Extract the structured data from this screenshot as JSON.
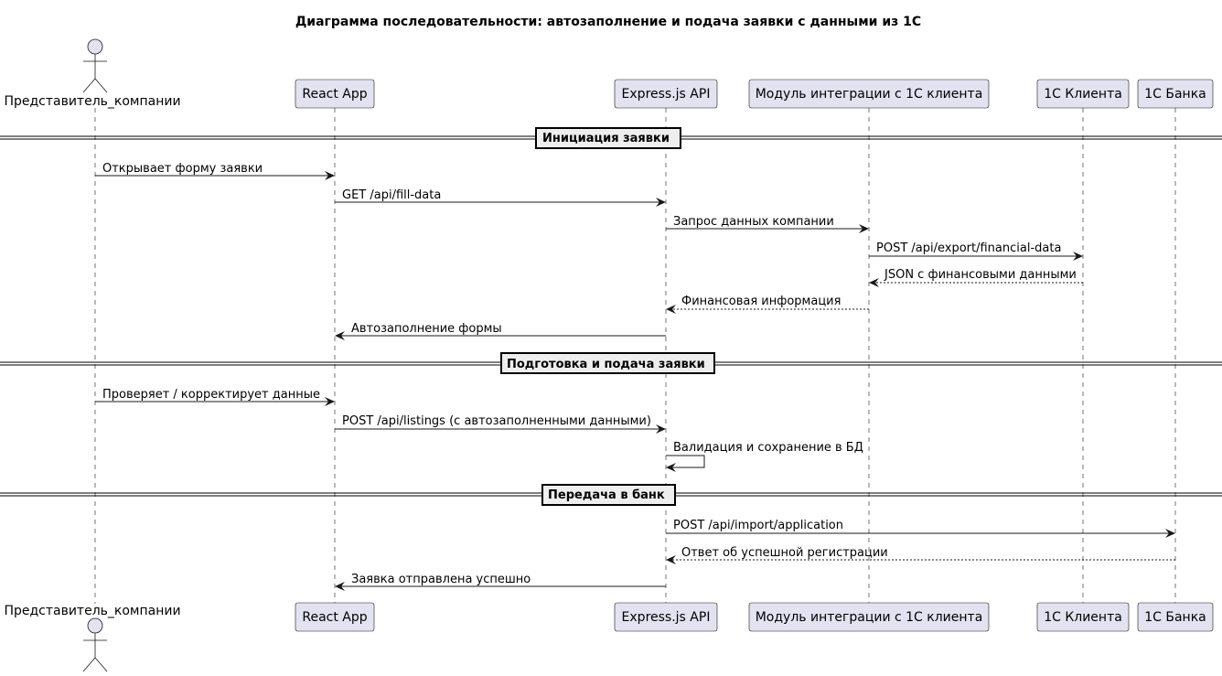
{
  "diagram": {
    "title": "Диаграмма последовательности: автозаполнение и подача заявки с данными из 1С",
    "participants": [
      {
        "id": "rep",
        "kind": "actor",
        "label": "Представитель_компании"
      },
      {
        "id": "react",
        "kind": "box",
        "label": "React App"
      },
      {
        "id": "api",
        "kind": "box",
        "label": "Express.js API"
      },
      {
        "id": "module",
        "kind": "box",
        "label": "Модуль интеграции с 1С клиента"
      },
      {
        "id": "client1c",
        "kind": "box",
        "label": "1С Клиента"
      },
      {
        "id": "bank1c",
        "kind": "box",
        "label": "1С Банка"
      }
    ],
    "sections": [
      {
        "label": "Инициация заявки"
      },
      {
        "label": "Подготовка и подача заявки"
      },
      {
        "label": "Передача в банк"
      }
    ],
    "messages": [
      {
        "from": "rep",
        "to": "react",
        "label": "Открывает форму заявки",
        "style": "solid"
      },
      {
        "from": "react",
        "to": "api",
        "label": "GET /api/fill-data",
        "style": "solid"
      },
      {
        "from": "api",
        "to": "module",
        "label": "Запрос данных компании",
        "style": "solid"
      },
      {
        "from": "module",
        "to": "client1c",
        "label": "POST /api/export/financial-data",
        "style": "solid"
      },
      {
        "from": "client1c",
        "to": "module",
        "label": "JSON с финансовыми данными",
        "style": "dashed"
      },
      {
        "from": "module",
        "to": "api",
        "label": "Финансовая информация",
        "style": "dashed"
      },
      {
        "from": "api",
        "to": "react",
        "label": "Автозаполнение формы",
        "style": "solid"
      },
      {
        "from": "rep",
        "to": "react",
        "label": "Проверяет / корректирует данные",
        "style": "solid"
      },
      {
        "from": "react",
        "to": "api",
        "label": "POST /api/listings (с автозаполненными данными)",
        "style": "solid"
      },
      {
        "from": "api",
        "to": "api",
        "label": "Валидация и сохранение в БД",
        "style": "solid"
      },
      {
        "from": "api",
        "to": "bank1c",
        "label": "POST /api/import/application",
        "style": "solid"
      },
      {
        "from": "bank1c",
        "to": "api",
        "label": "Ответ об успешной регистрации",
        "style": "dashed"
      },
      {
        "from": "api",
        "to": "react",
        "label": "Заявка отправлена успешно",
        "style": "solid"
      }
    ]
  }
}
